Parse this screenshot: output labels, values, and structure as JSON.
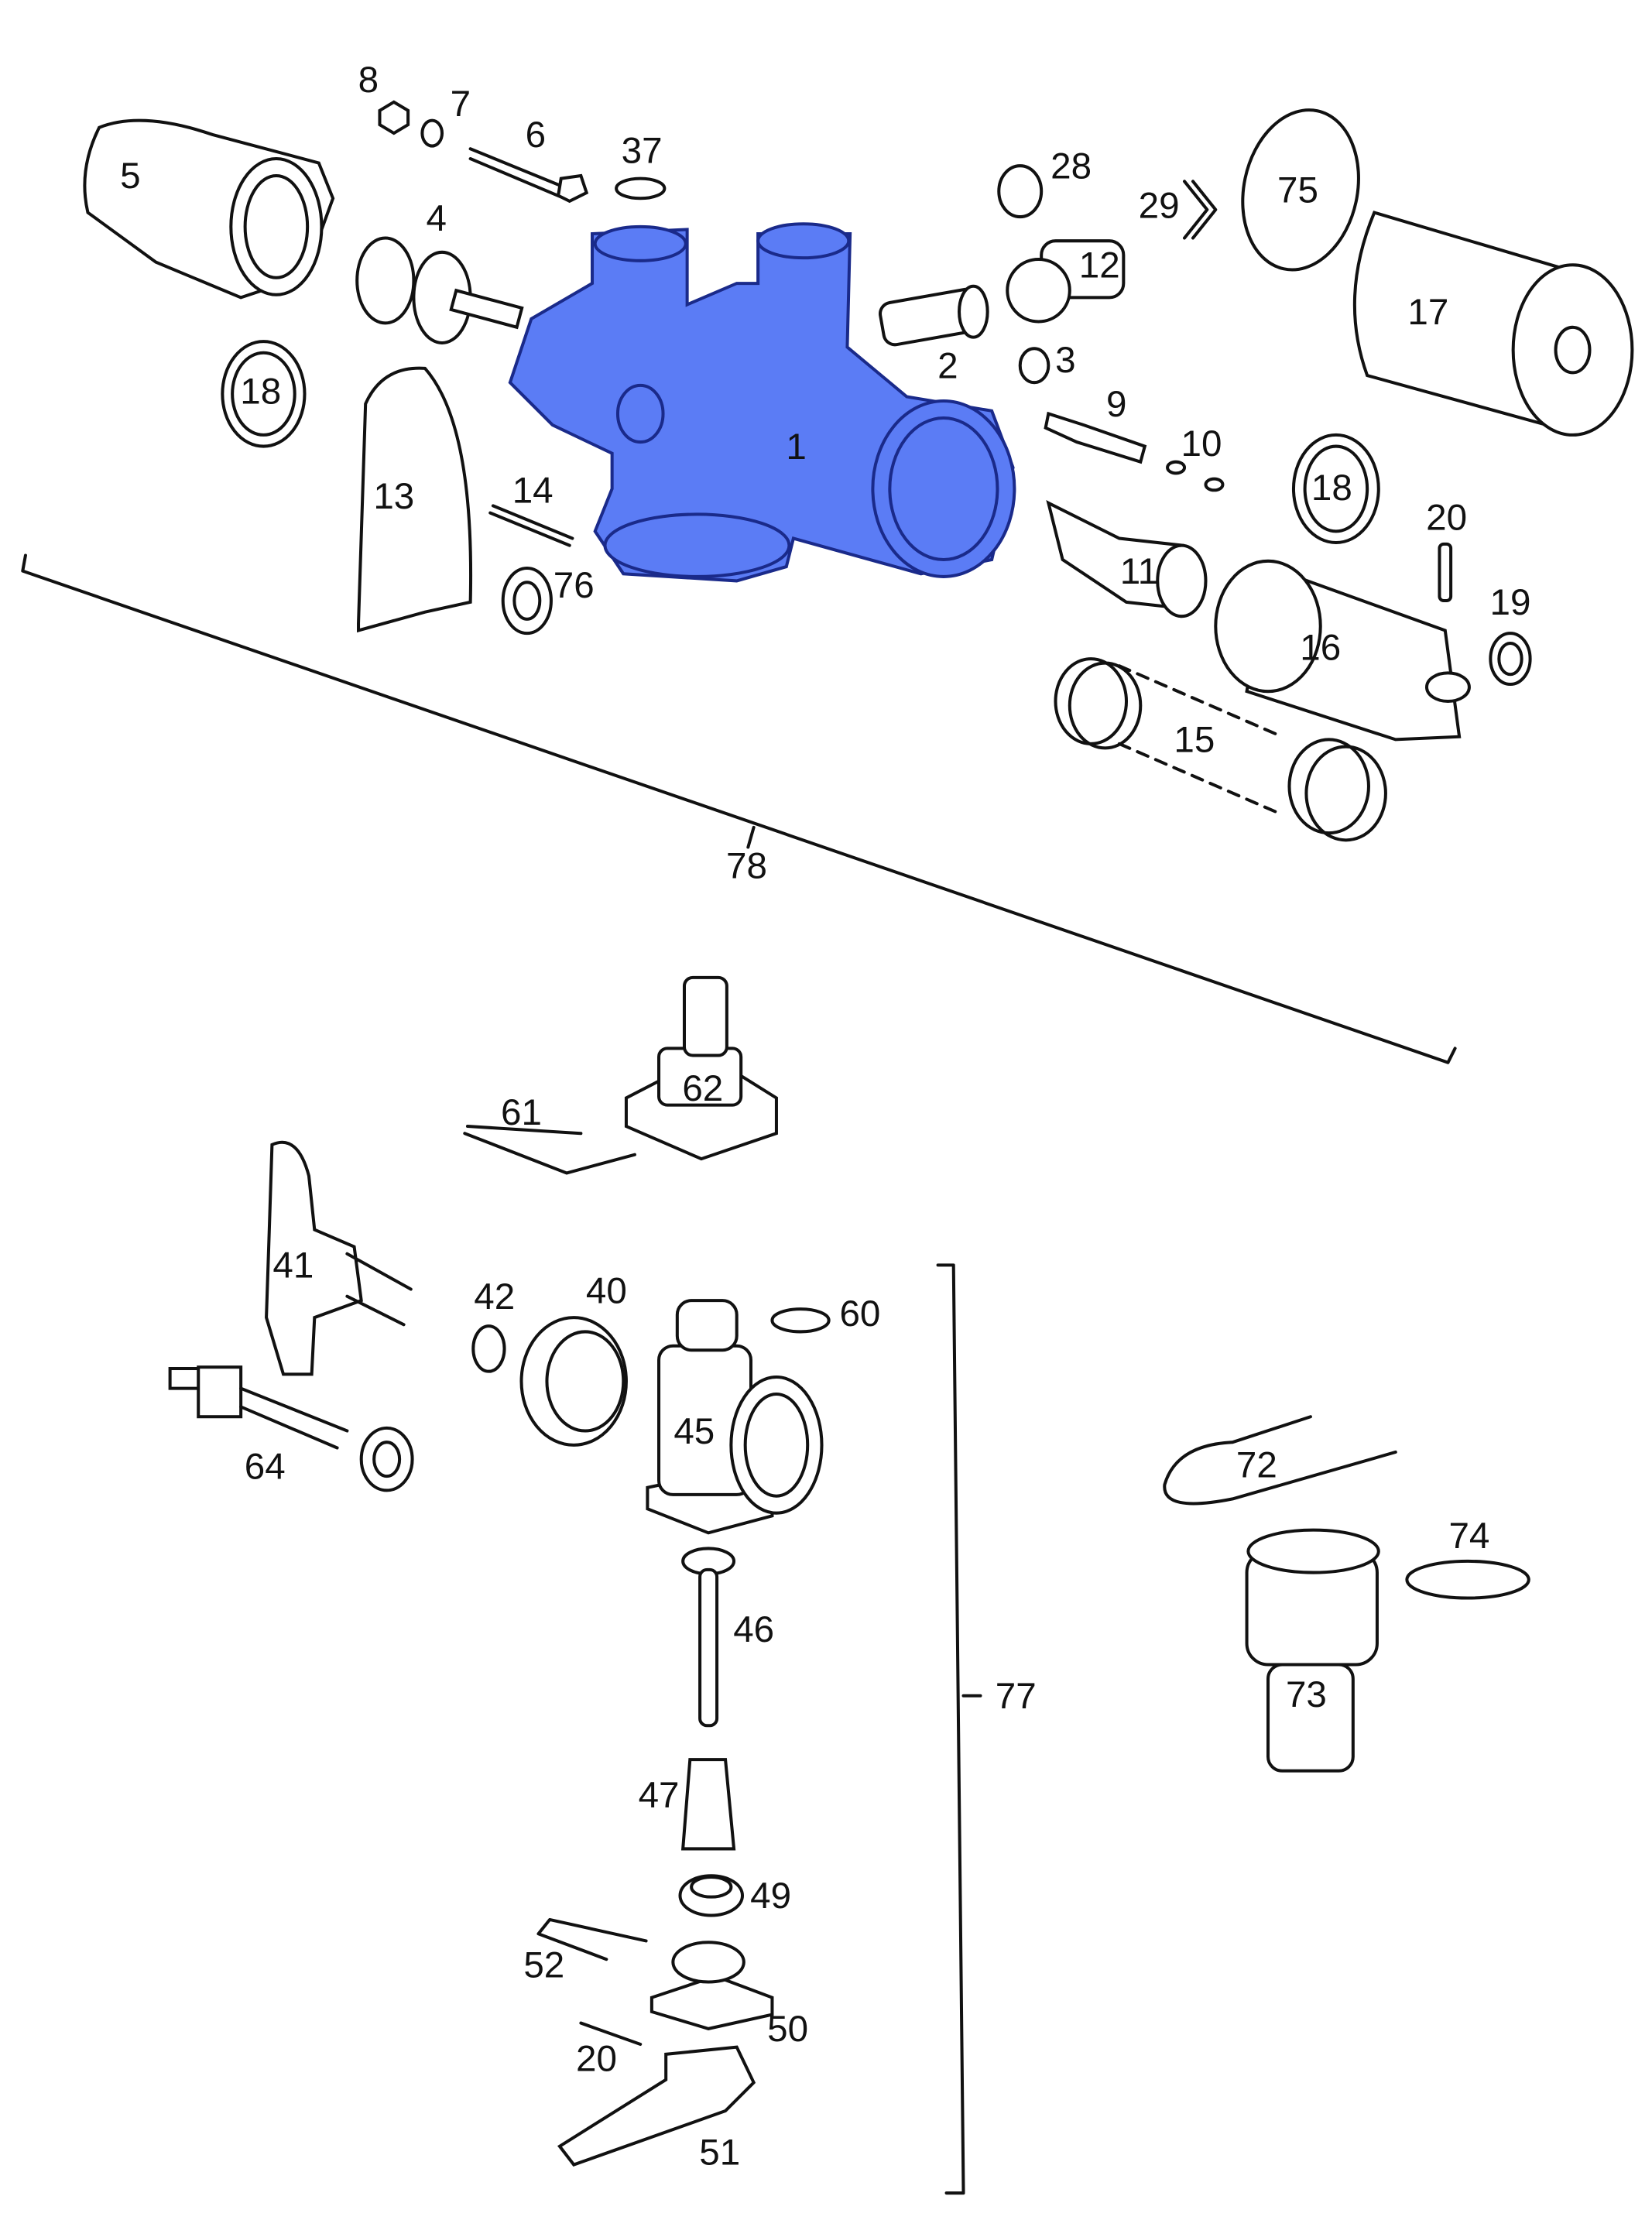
{
  "diagram_title": "",
  "highlight_color": "#5b7cf5",
  "labels": [
    "8",
    "7",
    "6",
    "37",
    "5",
    "4",
    "28",
    "29",
    "75",
    "12",
    "17",
    "2",
    "3",
    "18",
    "1",
    "9",
    "10",
    "18",
    "20",
    "13",
    "14",
    "76",
    "11",
    "19",
    "16",
    "15",
    "78",
    "62",
    "61",
    "41",
    "42",
    "40",
    "60",
    "45",
    "64",
    "72",
    "74",
    "46",
    "77",
    "73",
    "47",
    "49",
    "52",
    "50",
    "20",
    "51"
  ],
  "highlighted_part": "1"
}
